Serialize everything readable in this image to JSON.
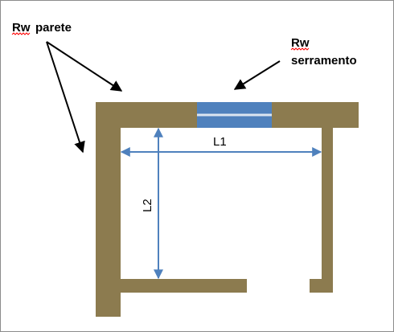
{
  "labels": {
    "wall_rw": "Rw",
    "wall_name": "parete",
    "window_rw": "Rw",
    "window_name": "serramento",
    "length_1": "L1",
    "length_2": "L2"
  },
  "colors": {
    "wall": "#8c7b4f",
    "window": "#4f81bd",
    "window_line": "#dbe5f1",
    "dimension": "#4f81bd",
    "annotation_arrow": "#000000",
    "spellcheck_underline": "#ff0000"
  }
}
